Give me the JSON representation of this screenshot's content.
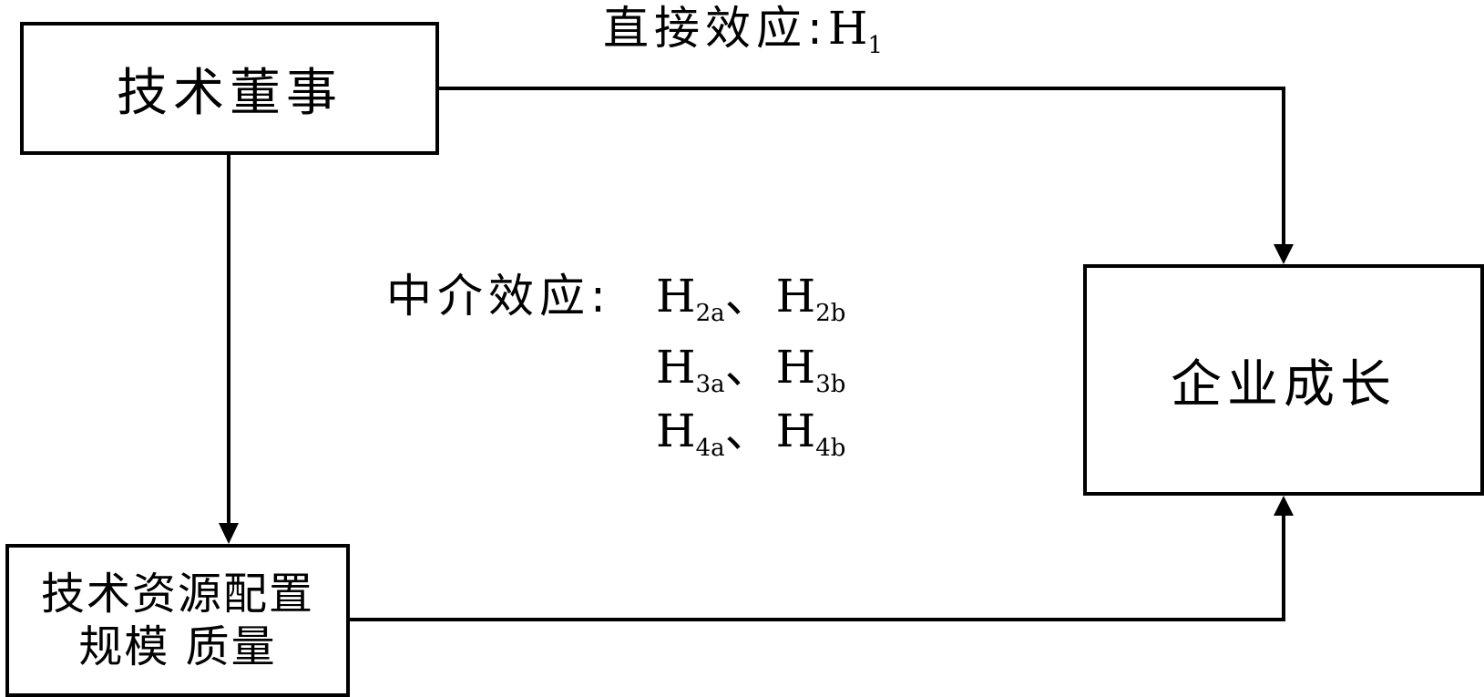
{
  "nodes": {
    "tech_director": "技术董事",
    "firm_growth": "企业成长",
    "resource_allocation": {
      "line1": "技术资源配置",
      "line2": "规模 质量"
    }
  },
  "labels": {
    "direct_effect": {
      "prefix": "直接效应:",
      "h": "H",
      "sub": "1"
    },
    "mediation_effect": {
      "prefix": "中介效应:"
    }
  },
  "hypotheses": [
    [
      {
        "h": "H",
        "sub": "2a",
        "sep": "、"
      },
      {
        "h": "H",
        "sub": "2b",
        "sep": ""
      }
    ],
    [
      {
        "h": "H",
        "sub": "3a",
        "sep": "、"
      },
      {
        "h": "H",
        "sub": "3b",
        "sep": ""
      }
    ],
    [
      {
        "h": "H",
        "sub": "4a",
        "sep": "、"
      },
      {
        "h": "H",
        "sub": "4b",
        "sep": ""
      }
    ]
  ],
  "colors": {
    "stroke": "#000000",
    "background": "#ffffff"
  }
}
